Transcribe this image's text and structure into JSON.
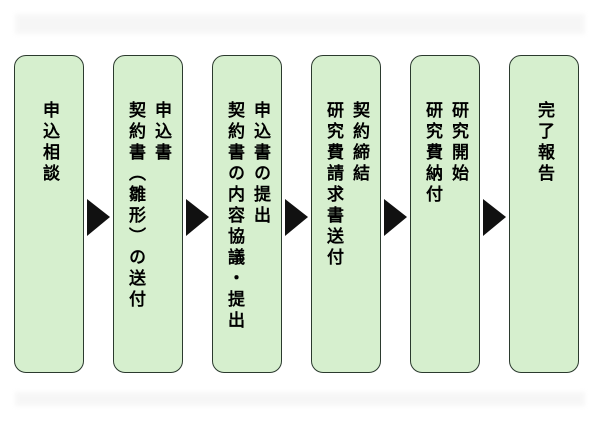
{
  "page": {
    "background": "#ffffff"
  },
  "flow": {
    "box_fill": "#d6efce",
    "box_border": "#2b3a2e",
    "text_color": "#000000",
    "arrow_color": "#111111",
    "arrow_icon": "right-triangle",
    "steps": [
      {
        "label": "申込相談"
      },
      {
        "label": "申込書\n契約書（雛形）の送付"
      },
      {
        "label": "申込書の提出\n契約書の内容協議・提出"
      },
      {
        "label": "契約締結\n研究費請求書送付"
      },
      {
        "label": "研究開始\n研究費納付"
      },
      {
        "label": "完了報告"
      }
    ]
  }
}
